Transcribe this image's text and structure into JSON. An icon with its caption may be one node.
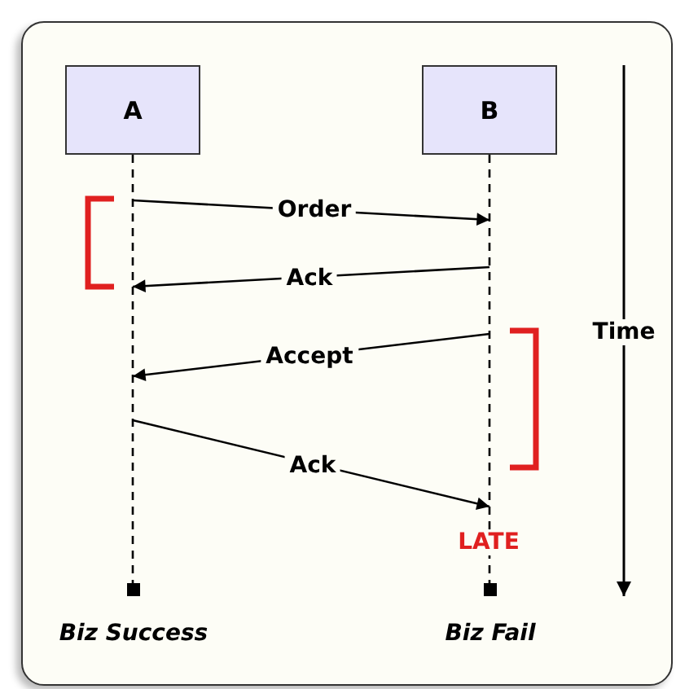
{
  "diagram": {
    "nodes": [
      {
        "text": [
          "A"
        ]
      },
      {
        "text": [
          "B"
        ]
      }
    ],
    "edges": [
      {
        "from": 0,
        "to": 1,
        "arrow": "to",
        "label": "Order"
      },
      {
        "from": 1,
        "to": 0,
        "arrow": "to",
        "label": "Ack"
      },
      {
        "from": 1,
        "to": 0,
        "arrow": "to",
        "label": "Accept"
      },
      {
        "from": 0,
        "to": 1,
        "arrow": "to",
        "label": "Ack"
      }
    ],
    "labels": [
      "Time",
      "LATE",
      "Biz Success",
      "Biz Fail"
    ]
  }
}
